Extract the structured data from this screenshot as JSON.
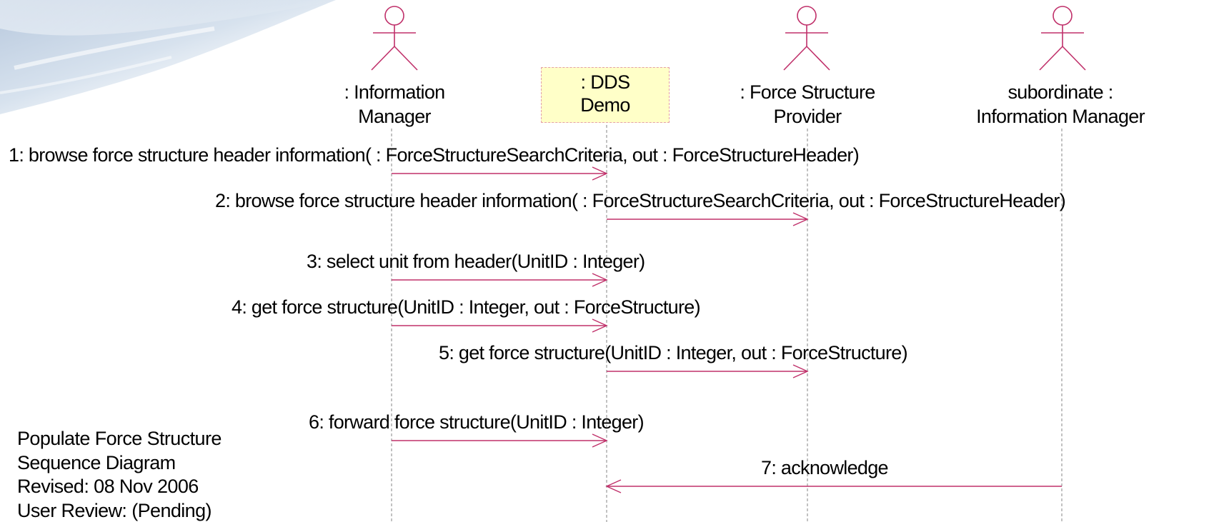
{
  "colors": {
    "message_line": "#c0306a",
    "actor_stroke": "#c0306a",
    "lifeline": "#9a9a9a",
    "object_fill": "#ffffc8",
    "object_border": "#e4a0a8",
    "background_sky": "#c9d7e8"
  },
  "lifelines": {
    "info_manager": {
      "line1": ": Information",
      "line2": "Manager"
    },
    "dds_demo": {
      "line1": ": DDS",
      "line2": "Demo"
    },
    "force_provider": {
      "line1": ": Force Structure",
      "line2": "Provider"
    },
    "subordinate": {
      "line1": "subordinate :",
      "line2": "Information Manager"
    }
  },
  "messages": [
    {
      "seq": 1,
      "from": "info_manager",
      "to": "dds_demo",
      "label": "1: browse force structure header information( : ForceStructureSearchCriteria, out : ForceStructureHeader)"
    },
    {
      "seq": 2,
      "from": "dds_demo",
      "to": "force_provider",
      "label": "2: browse force structure header information( : ForceStructureSearchCriteria, out : ForceStructureHeader)"
    },
    {
      "seq": 3,
      "from": "info_manager",
      "to": "dds_demo",
      "label": "3: select unit from header(UnitID : Integer)"
    },
    {
      "seq": 4,
      "from": "info_manager",
      "to": "dds_demo",
      "label": "4: get force structure(UnitID : Integer, out : ForceStructure)"
    },
    {
      "seq": 5,
      "from": "dds_demo",
      "to": "force_provider",
      "label": "5: get force structure(UnitID : Integer, out : ForceStructure)"
    },
    {
      "seq": 6,
      "from": "info_manager",
      "to": "dds_demo",
      "label": "6: forward force structure(UnitID : Integer)"
    },
    {
      "seq": 7,
      "from": "subordinate",
      "to": "dds_demo",
      "label": "7: acknowledge"
    }
  ],
  "caption": {
    "title": "Populate Force Structure",
    "type": "Sequence Diagram",
    "revised": "Revised: 08 Nov 2006",
    "review": "User Review: (Pending)"
  }
}
